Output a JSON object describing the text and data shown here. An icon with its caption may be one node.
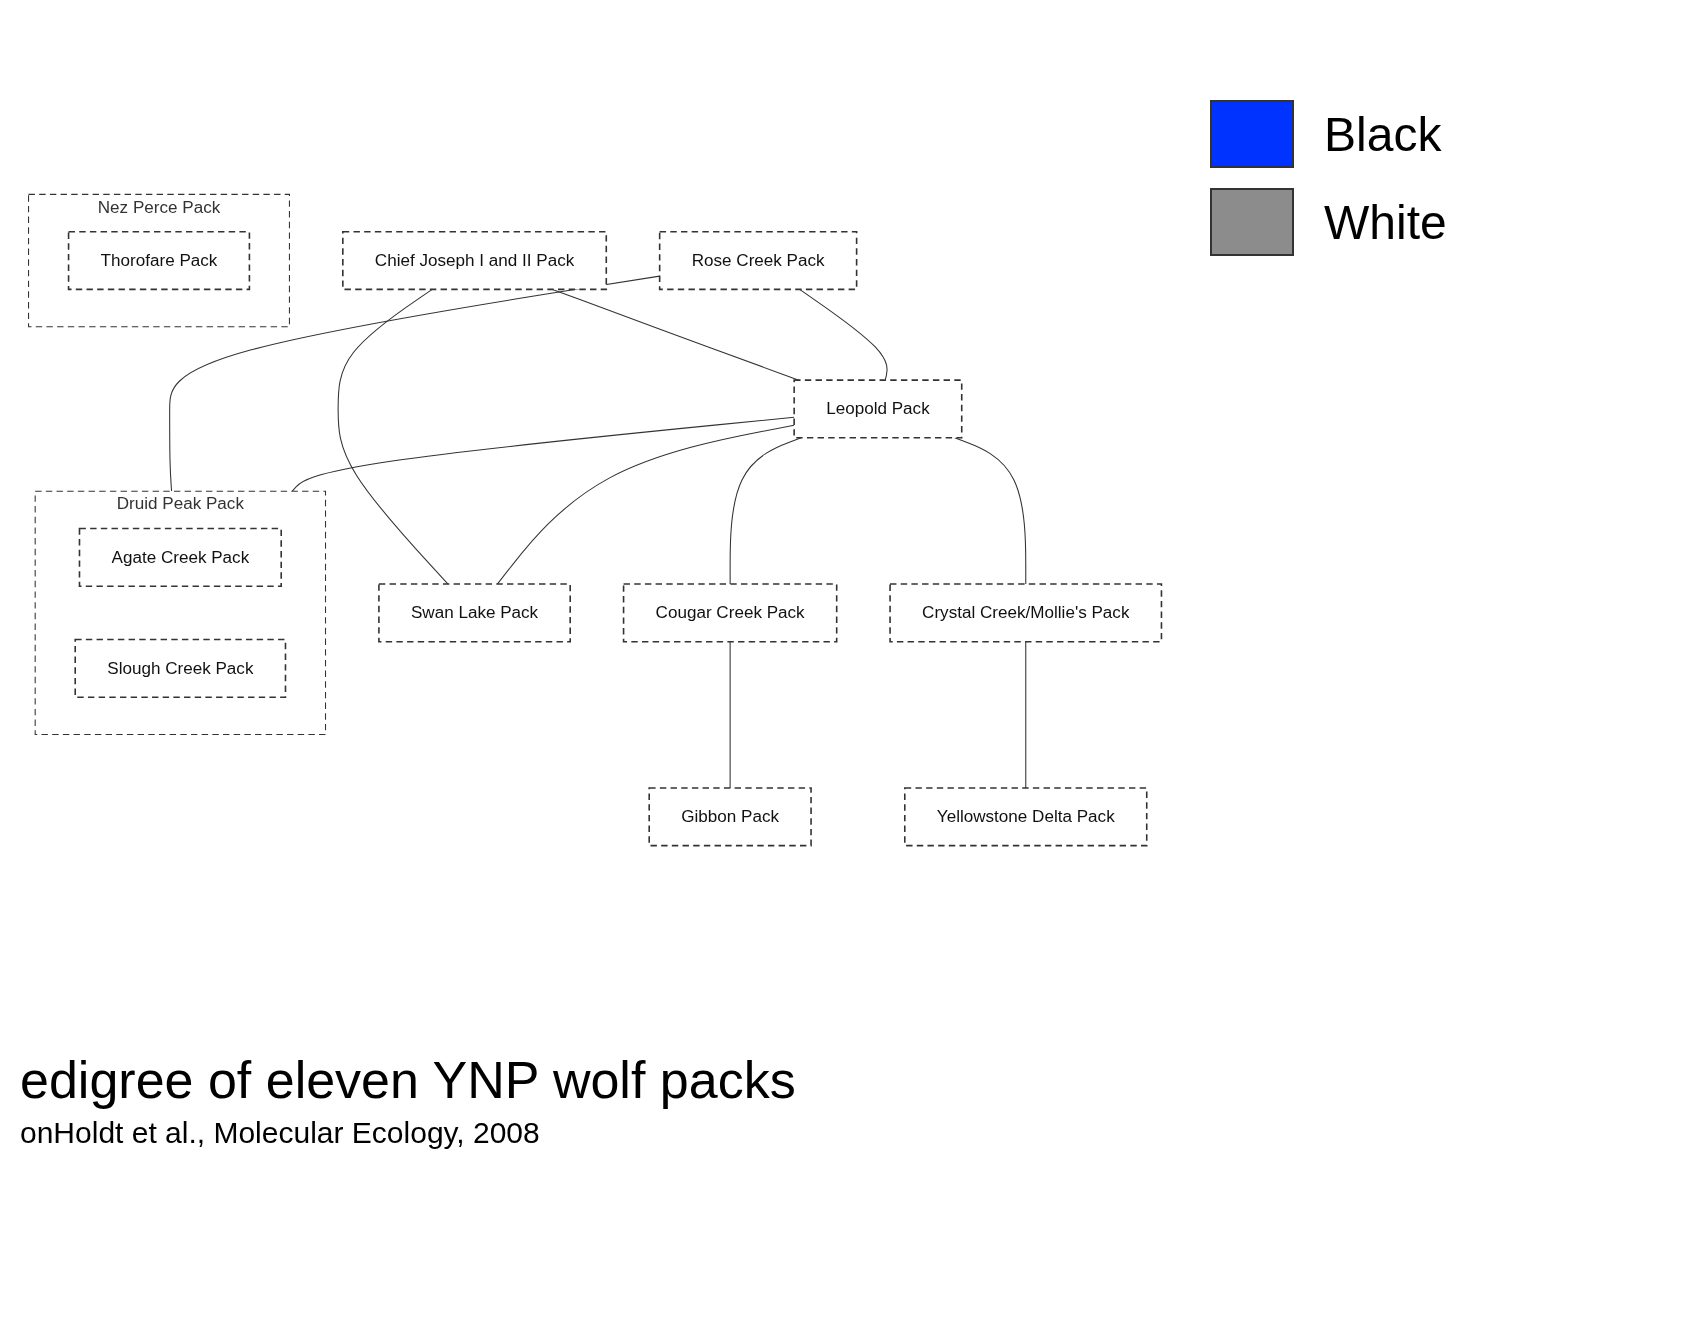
{
  "diagram": {
    "title": "edigree of eleven YNP wolf packs",
    "caption": "onHoldt et al., Molecular Ecology, 2008",
    "nodes": [
      {
        "text": [
          "Chief Joseph I and II Pack"
        ]
      },
      {
        "text": [
          "Rose Creek Pack"
        ]
      },
      {
        "text": [
          "Druid Peak Pack"
        ]
      },
      {
        "text": [
          "Agate Creek Pack"
        ],
        "in": 2
      },
      {
        "text": [
          "Slough Creek Pack"
        ],
        "in": 2
      },
      {
        "text": [
          "Leopold Pack"
        ]
      },
      {
        "text": [
          "Swan Lake Pack"
        ]
      },
      {
        "text": [
          "Cougar Creek Pack"
        ]
      },
      {
        "text": [
          "Gibbon Pack"
        ]
      },
      {
        "text": [
          "Nez Perce Pack"
        ]
      },
      {
        "text": [
          "Thorofare Pack"
        ],
        "in": 9
      },
      {
        "text": [
          "Crystal Creek/Mollie's Pack"
        ]
      },
      {
        "text": [
          "Yellowstone Delta Pack"
        ]
      }
    ],
    "edges": [
      {
        "from": 0,
        "to": 5,
        "arrow": "none"
      },
      {
        "from": 0,
        "to": 6,
        "arrow": "none"
      },
      {
        "from": 1,
        "to": 2,
        "arrow": "none"
      },
      {
        "from": 1,
        "to": 5,
        "arrow": "none"
      },
      {
        "from": 5,
        "to": 2,
        "arrow": "none"
      },
      {
        "from": 5,
        "to": 6,
        "arrow": "none"
      },
      {
        "from": 5,
        "to": 7,
        "arrow": "none"
      },
      {
        "from": 7,
        "to": 8,
        "arrow": "none"
      },
      {
        "from": 5,
        "to": 11,
        "arrow": "none"
      },
      {
        "from": 11,
        "to": 12,
        "arrow": "none"
      }
    ],
    "legend": [
      {
        "text": "Black",
        "color": "#0033ff"
      },
      {
        "text": "White",
        "color": "#8c8c8c"
      }
    ]
  }
}
